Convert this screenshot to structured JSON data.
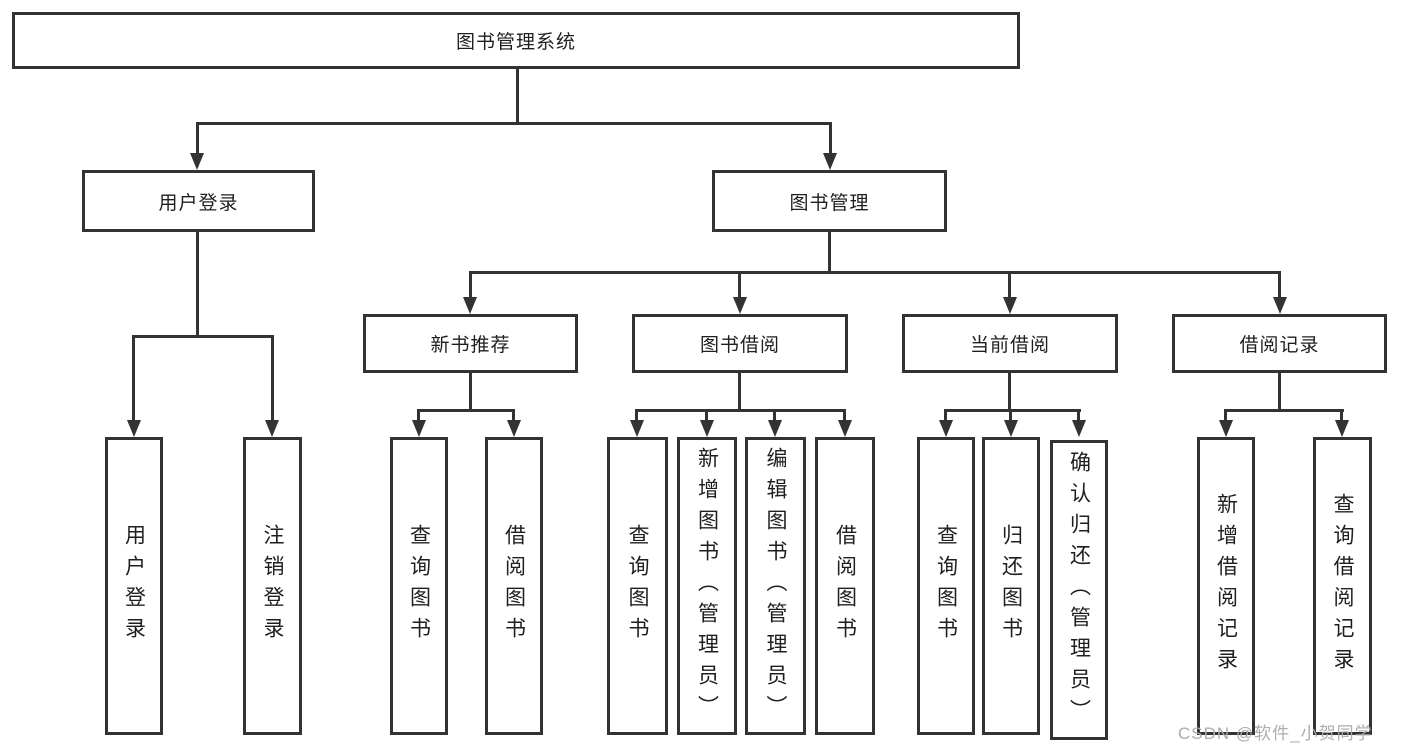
{
  "diagram_title": "图书管理系统",
  "colors": {
    "line": "#333333",
    "text": "#1f1f1f",
    "background": "#ffffff",
    "watermark": "#aaadb3"
  },
  "tree": {
    "root": "图书管理系统",
    "level2": [
      "用户登录",
      "图书管理"
    ],
    "level3": [
      "新书推荐",
      "图书借阅",
      "当前借阅",
      "借阅记录"
    ],
    "leaves": {
      "user_login": [
        "用户登录",
        "注销登录"
      ],
      "new_books": [
        "查询图书",
        "借阅图书"
      ],
      "book_borrow": [
        "查询图书",
        "新增图书（管理员）",
        "编辑图书（管理员）",
        "借阅图书"
      ],
      "current_borrow": [
        "查询图书",
        "归还图书",
        "确认归还（管理员）"
      ],
      "borrow_records": [
        "新增借阅记录",
        "查询借阅记录"
      ]
    }
  },
  "watermark": "CSDN @软件_小贺同学"
}
